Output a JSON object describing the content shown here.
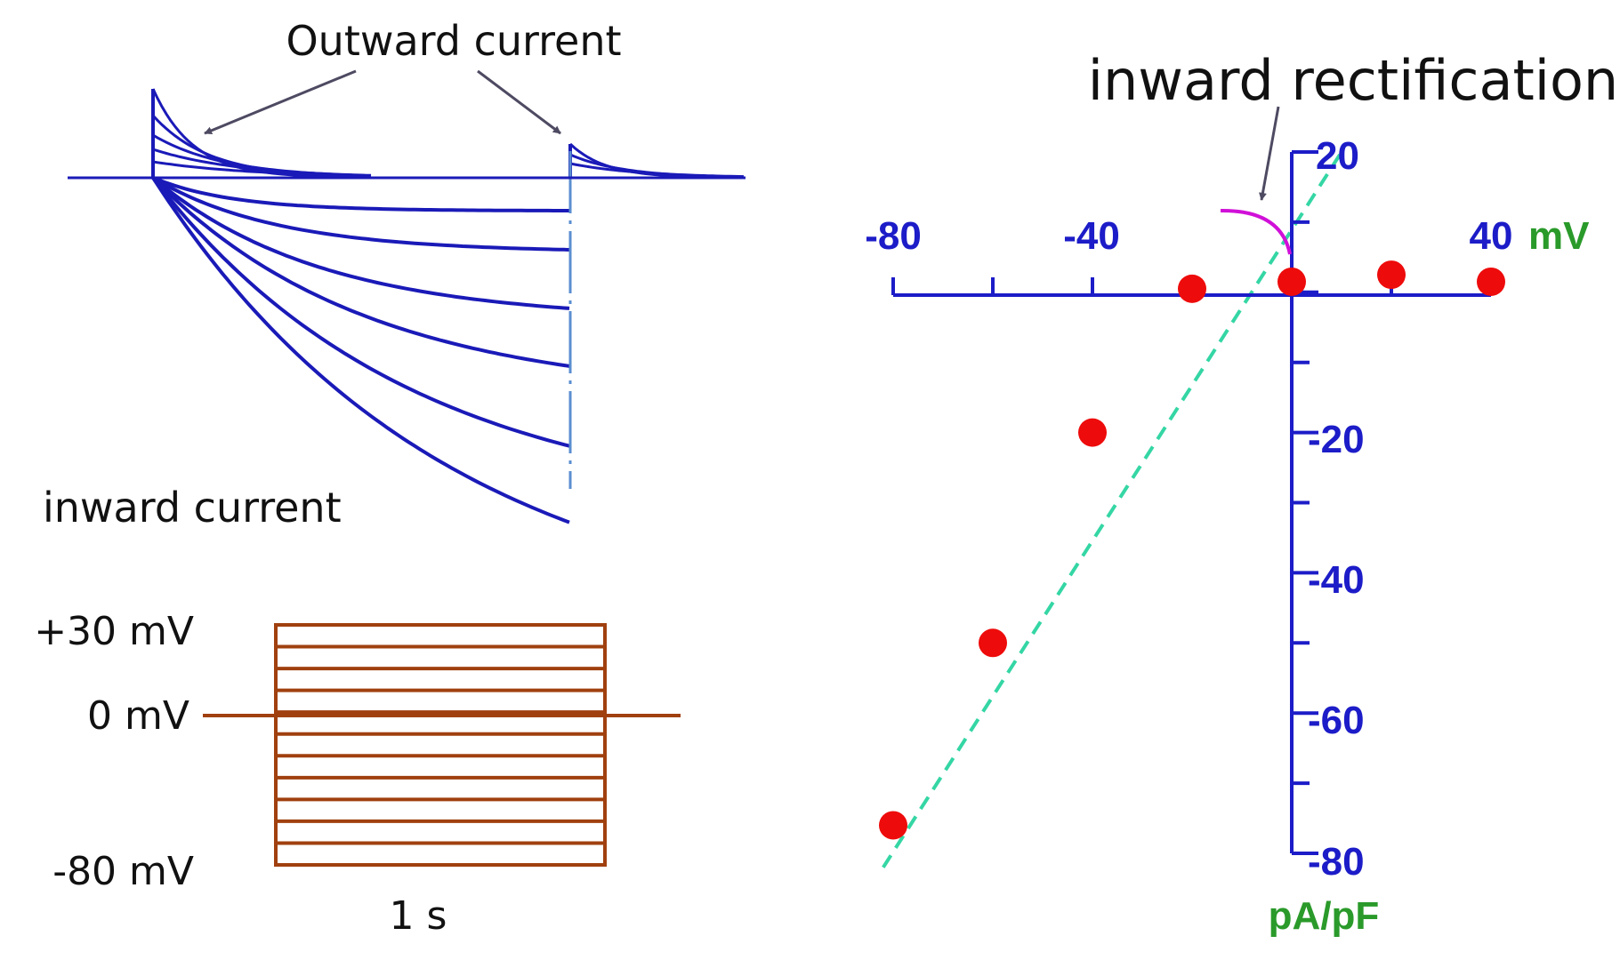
{
  "colors": {
    "trace": "#1a1ab8",
    "protocol": "#a0400f",
    "axis": "#1c1cc8",
    "point": "#ee0b0b",
    "fit": "#34d6a4",
    "arc": "#d010d8",
    "arrow": "#4e4a62",
    "unit": "#2a9a2a"
  },
  "icons": {
    "trace_arrow": "arrow-icon",
    "rectification_arrow": "arrow-icon"
  },
  "traces": {
    "outward_label": "Outward current",
    "inward_label": "inward current"
  },
  "protocol": {
    "top_label": "+30 mV",
    "zero_label": "0 mV",
    "bottom_label": "-80 mV",
    "duration_label": "1 s",
    "step_count": 12
  },
  "iv_plot": {
    "annotation": "inward rectification"
  },
  "chart_data": {
    "type": "scatter",
    "title": "",
    "xlabel": "mV",
    "ylabel": "pA/pF",
    "xlim": [
      -80,
      40
    ],
    "ylim": [
      -80,
      20
    ],
    "x_tick_labels": [
      "-80",
      "-40",
      "40"
    ],
    "y_tick_labels": [
      "20",
      "-20",
      "-40",
      "-60",
      "-80"
    ],
    "grid": false,
    "legend": "none",
    "series": [
      {
        "x": [
          -80,
          -60,
          -40,
          -20,
          0,
          20,
          40
        ],
        "y": [
          -76,
          -50,
          -20,
          0.5,
          1.5,
          2.5,
          1.5
        ]
      }
    ],
    "fit_line": {
      "x": [
        -82,
        10
      ],
      "y": [
        -82,
        20
      ]
    }
  }
}
